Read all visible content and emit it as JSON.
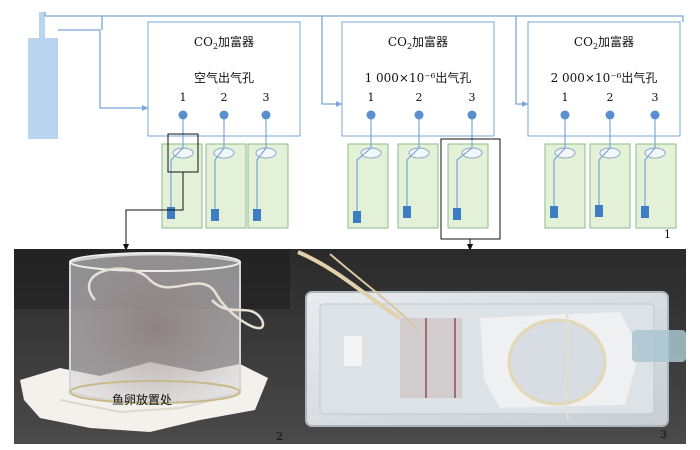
{
  "enrichers": [
    {
      "name": "CO2加富器",
      "outlet": "空气出气孔",
      "holes": [
        "1",
        "2",
        "3"
      ]
    },
    {
      "name": "CO2加富器",
      "outlet": "1 000×10⁻⁶出气孔",
      "holes": [
        "1",
        "2",
        "3"
      ]
    },
    {
      "name": "CO2加富器",
      "outlet": "2 000×10⁻⁶出气孔",
      "holes": [
        "1",
        "2",
        "3"
      ]
    }
  ],
  "panel_labels": {
    "p1": "1",
    "p2": "2",
    "p3": "3"
  },
  "photo2_label": "鱼卵放置处",
  "colors": {
    "line": "#7ba7d8",
    "cylinder": "#b9d4ef",
    "tank_fill": "#e3f1d9",
    "tank_stroke": "#8fb98a",
    "dot": "#5a8fcf",
    "stone": "#3c7dc4"
  }
}
